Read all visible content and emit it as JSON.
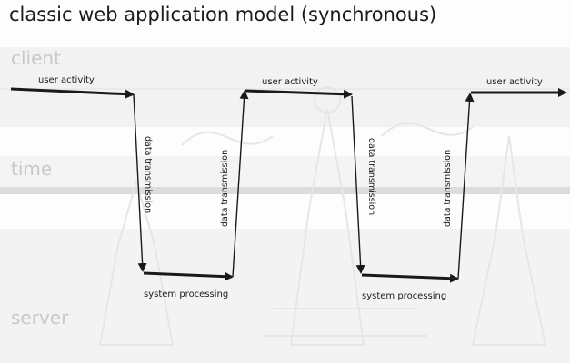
{
  "diagram": {
    "title": "classic web application model (synchronous)",
    "lanes": {
      "client": "client",
      "time": "time",
      "server": "server"
    },
    "user_activity": [
      "user activity",
      "user activity",
      "user activity"
    ],
    "data_transmission": [
      "data transmission",
      "data transmission",
      "data transmission",
      "data transmission"
    ],
    "system_processing": [
      "system processing",
      "system processing"
    ]
  }
}
